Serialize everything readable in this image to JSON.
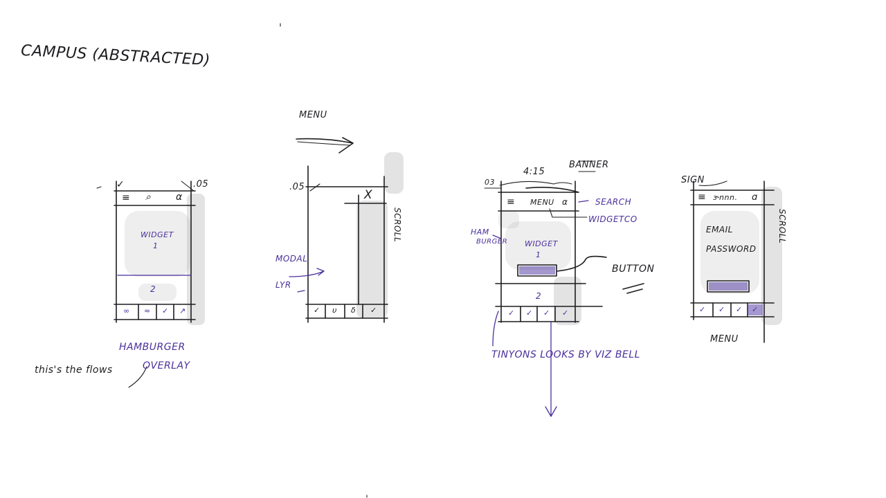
{
  "title": "CAMPUS (ABSTRACTED)",
  "note": "this's the flows",
  "colors": {
    "ink": "#1d1b1f",
    "violet": "#4b2f9c",
    "paper": "#ffffff",
    "marker": "#9a9a9a"
  },
  "menu_arrow_label": "MENU",
  "frame1": {
    "top_left_mark": "✓",
    "top_label": ".05",
    "toolbar": {
      "menu_icon": "≡",
      "search_icon": "⌕",
      "profile_icon": "α"
    },
    "widget_label": "WIDGET",
    "widget_number": "1",
    "section_number": "2",
    "tabs": [
      "∞",
      "≈",
      "✓",
      "↗"
    ],
    "caption_line1": "HAMBURGER",
    "caption_line2": "OVERLAY"
  },
  "frame2": {
    "top_label": ".05",
    "close_icon": "X",
    "side_label": "SCROLL",
    "modal_label": "MODAL",
    "modal_sub": "LYR",
    "tabs": [
      "✓",
      "υ",
      "δ",
      "✓"
    ]
  },
  "frame3": {
    "top_label": "4:15",
    "side_mark": "03",
    "banner_label": "BANNER",
    "toolbar": {
      "menu_icon": "≡",
      "title": "MENU",
      "search_icon": "α"
    },
    "search_label": "SEARCH",
    "widget_label": "WIDGETCO",
    "ham_label": "HAM",
    "ham_sub": "BURGER",
    "widget_name": "WIDGET",
    "widget_number": "1",
    "button_label": "BUTTON",
    "section_number": "2",
    "tabs": [
      "✓",
      "✓",
      "✓",
      "✓"
    ],
    "bottom_note": "TINYONS LOOKS BY VIZ BELL"
  },
  "frame4": {
    "top_label": "SIGN",
    "toolbar": {
      "menu_icon": "≡",
      "title": "ɝnnn.",
      "profile_icon": "ɑ"
    },
    "email_label": "EMAIL",
    "password_label": "PASSWORD",
    "side_label": "SCROLL",
    "tabs": [
      "✓",
      "✓",
      "✓",
      "✓"
    ],
    "caption": "MENU"
  }
}
